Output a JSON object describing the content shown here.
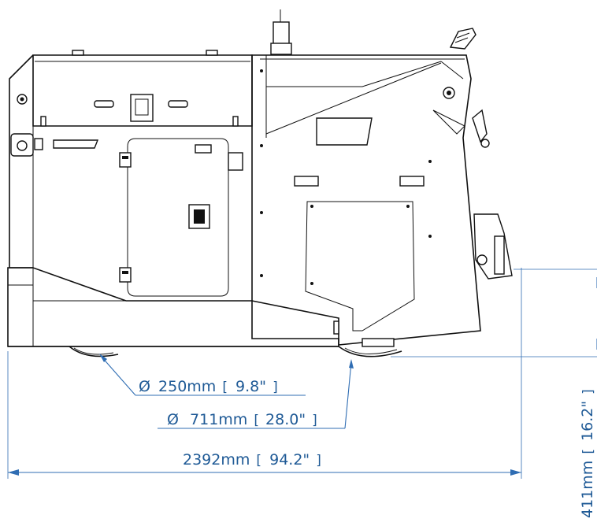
{
  "dimensions": {
    "small_wheel": {
      "prefix": "Ø",
      "metric": "250mm",
      "imperial": "9.8\""
    },
    "large_wheel": {
      "prefix": "Ø",
      "metric": "711mm",
      "imperial": "28.0\""
    },
    "overall_length": {
      "metric": "2392mm",
      "imperial": "94.2\""
    },
    "height": {
      "metric": "411mm",
      "imperial": "16.2\""
    }
  },
  "colors": {
    "dimension": "#2f6db3",
    "dimension_text": "#1f5a96",
    "linework": "#111111",
    "background": "#ffffff"
  }
}
